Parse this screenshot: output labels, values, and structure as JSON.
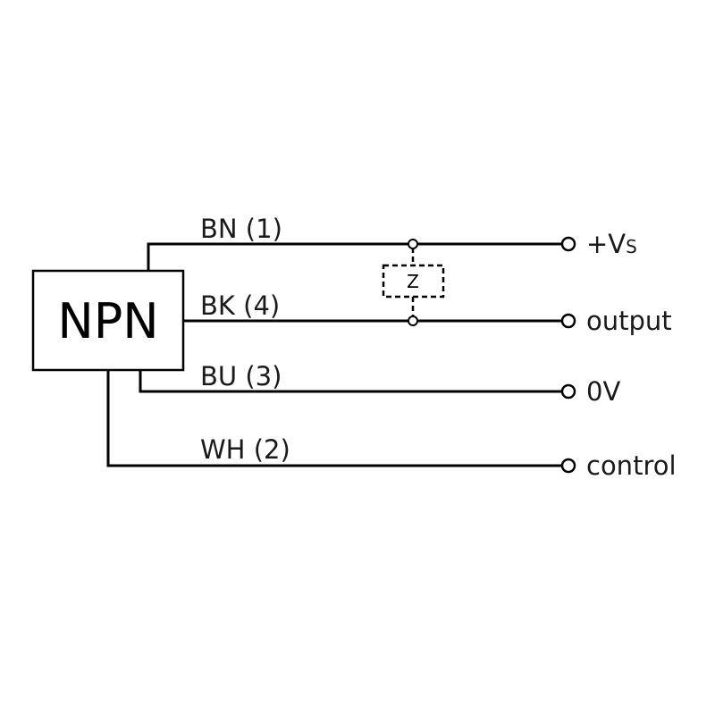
{
  "diagram": {
    "sensor": {
      "label": "NPN"
    },
    "load": {
      "label": "Z"
    },
    "wires": [
      {
        "id": "bn",
        "label": "BN (1)",
        "terminal": "+Vs",
        "terminal_main": "+V",
        "terminal_sub": "S"
      },
      {
        "id": "bk",
        "label": "BK (4)",
        "terminal": "output"
      },
      {
        "id": "bu",
        "label": "BU (3)",
        "terminal": "0V"
      },
      {
        "id": "wh",
        "label": "WH (2)",
        "terminal": "control"
      }
    ]
  }
}
